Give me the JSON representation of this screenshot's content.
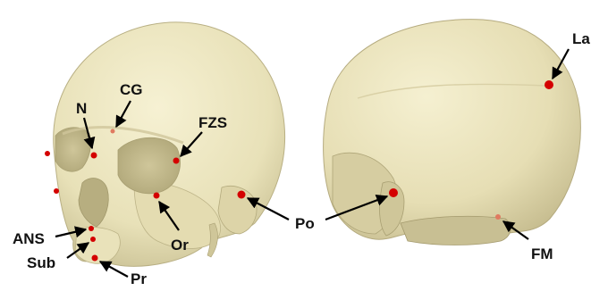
{
  "colors": {
    "bone": "#ece6bf",
    "bone_shadow": "#c9c095",
    "bone_dark": "#a79e72",
    "landmark": "#d40000",
    "landmark_faint": "#e07a60",
    "text": "#111111"
  },
  "skull_front": {
    "landmarks": [
      {
        "id": "N",
        "label": "N"
      },
      {
        "id": "CG",
        "label": "CG"
      },
      {
        "id": "FZS",
        "label": "FZS"
      },
      {
        "id": "Or",
        "label": "Or"
      },
      {
        "id": "Po",
        "label": "Po"
      },
      {
        "id": "ANS",
        "label": "ANS"
      },
      {
        "id": "Sub",
        "label": "Sub"
      },
      {
        "id": "Pr",
        "label": "Pr"
      }
    ]
  },
  "skull_back": {
    "landmarks": [
      {
        "id": "La",
        "label": "La"
      },
      {
        "id": "FM",
        "label": "FM"
      }
    ]
  }
}
